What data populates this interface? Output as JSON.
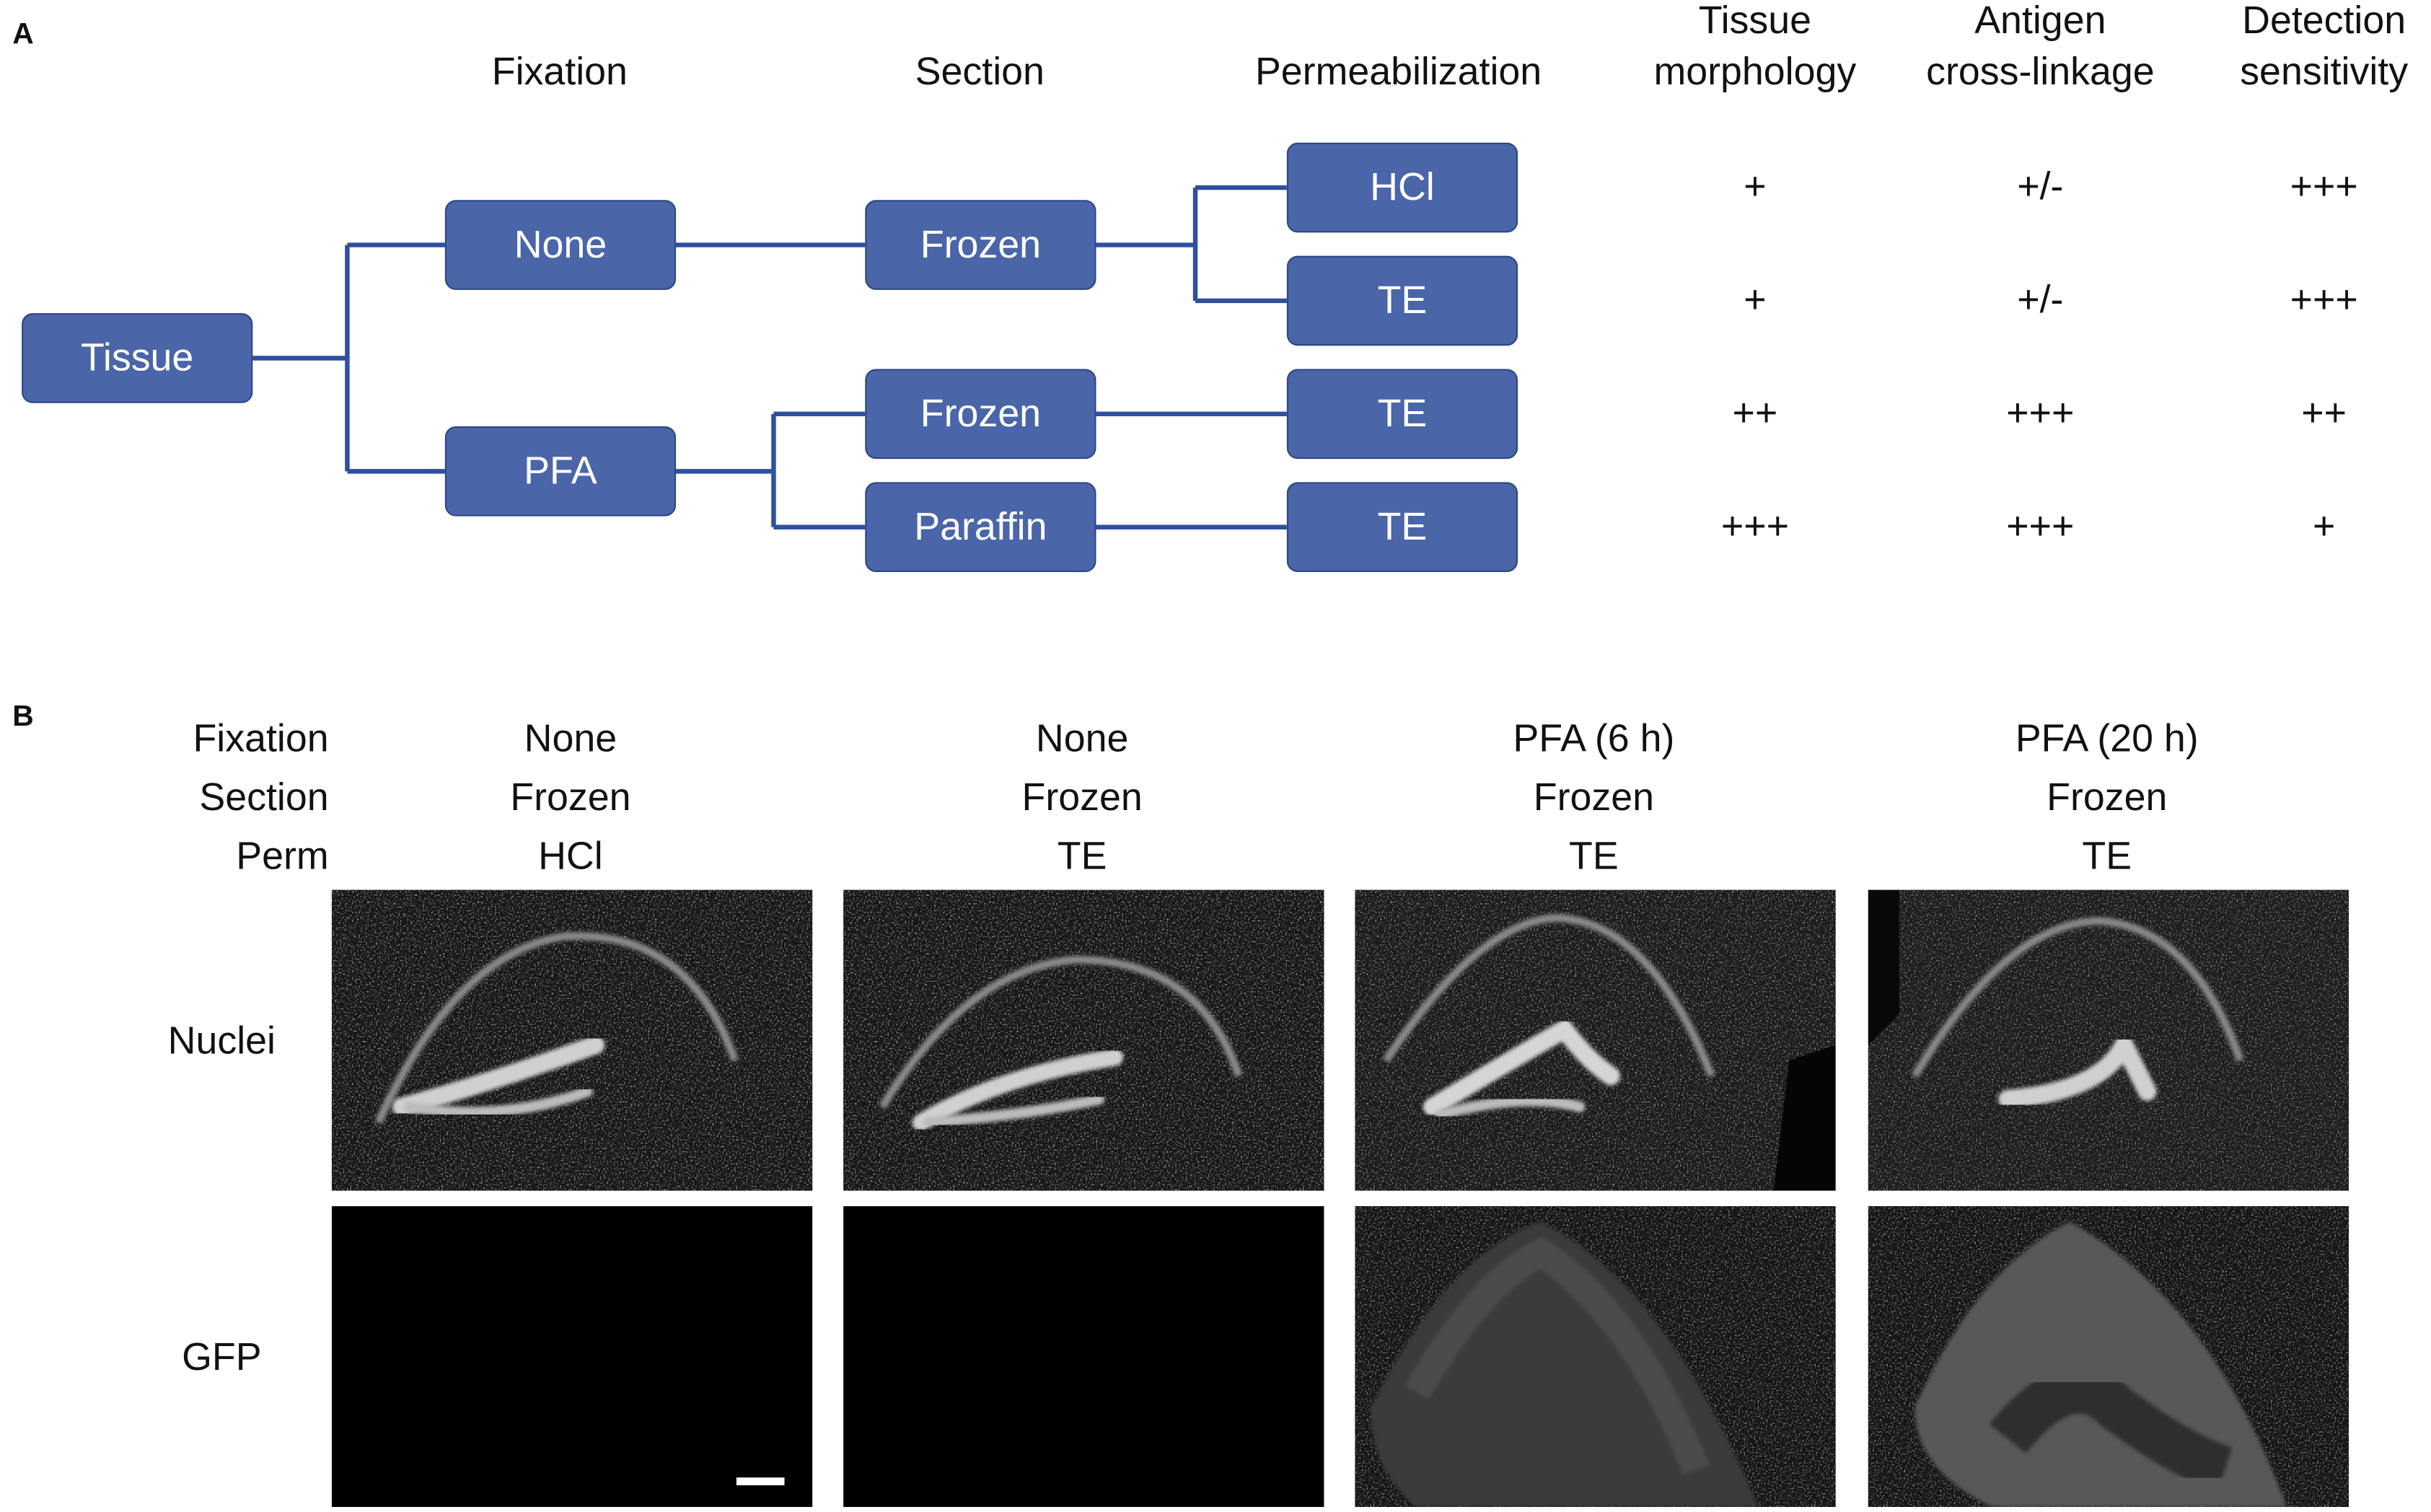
{
  "panel_a": {
    "label": "A",
    "headers": {
      "fixation": "Fixation",
      "section": "Section",
      "permeabilization": "Permeabilization",
      "tissue_morphology": [
        "Tissue",
        "morphology"
      ],
      "antigen_cross_linkage": [
        "Antigen",
        "cross-linkage"
      ],
      "detection_sensitivity": [
        "Detection",
        "sensitivity"
      ]
    },
    "nodes": {
      "root": "Tissue",
      "fix_none": "None",
      "fix_pfa": "PFA",
      "sec_none_frozen": "Frozen",
      "sec_pfa_frozen": "Frozen",
      "sec_pfa_paraffin": "Paraffin",
      "perm_1": "HCl",
      "perm_2": "TE",
      "perm_3": "TE",
      "perm_4": "TE"
    },
    "ratings": [
      {
        "morphology": "+",
        "cross_linkage": "+/-",
        "sensitivity": "+++"
      },
      {
        "morphology": "+",
        "cross_linkage": "+/-",
        "sensitivity": "+++"
      },
      {
        "morphology": "++",
        "cross_linkage": "+++",
        "sensitivity": "++"
      },
      {
        "morphology": "+++",
        "cross_linkage": "+++",
        "sensitivity": "+"
      }
    ],
    "box_color": "#4a66a8",
    "line_color": "#2f4f9f"
  },
  "panel_b": {
    "label": "B",
    "row_headers": {
      "fixation": "Fixation",
      "section": "Section",
      "perm": "Perm"
    },
    "columns": [
      {
        "fixation": "None",
        "section": "Frozen",
        "perm": "HCl"
      },
      {
        "fixation": "None",
        "section": "Frozen",
        "perm": "TE"
      },
      {
        "fixation": "PFA (6 h)",
        "section": "Frozen",
        "perm": "TE"
      },
      {
        "fixation": "PFA (20 h)",
        "section": "Frozen",
        "perm": "TE"
      }
    ],
    "image_rows": {
      "nuclei": "Nuclei",
      "gfp": "GFP"
    }
  }
}
